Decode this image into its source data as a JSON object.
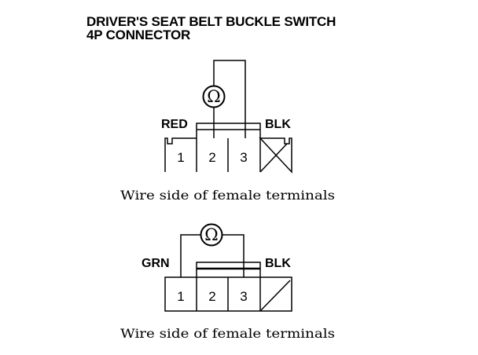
{
  "title": {
    "line1": "DRIVER'S SEAT BELT BUCKLE SWITCH",
    "line2": "4P CONNECTOR"
  },
  "diagrams": [
    {
      "meter_symbol": "Ω",
      "left_wire": "RED",
      "right_wire": "BLK",
      "pins": [
        "1",
        "2",
        "3"
      ],
      "caption": "Wire side of female terminals"
    },
    {
      "meter_symbol": "Ω",
      "left_wire": "GRN",
      "right_wire": "BLK",
      "pins": [
        "1",
        "2",
        "3"
      ],
      "caption": "Wire side of female terminals"
    }
  ]
}
